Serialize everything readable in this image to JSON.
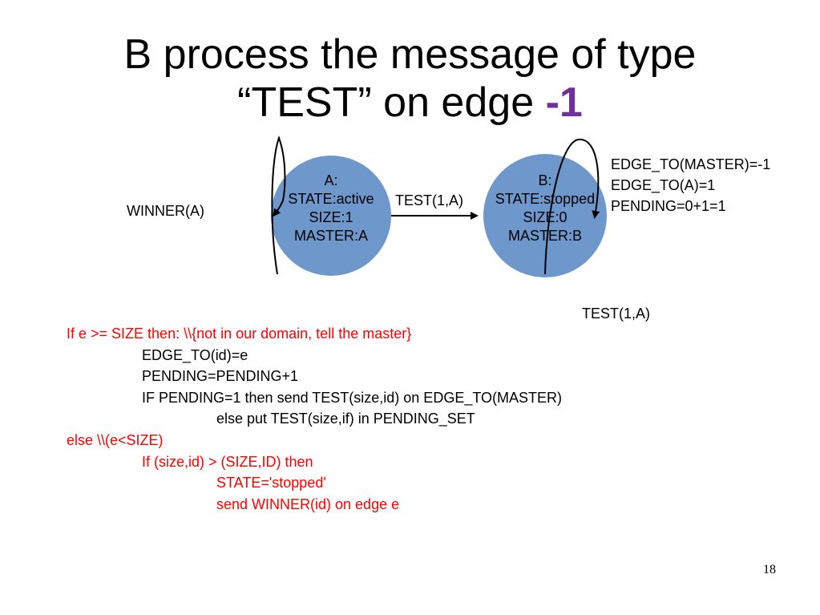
{
  "slide": {
    "title_line1": "B process the message of type",
    "title_line2": "“TEST” on edge ",
    "title_accent": "-1",
    "page_number": "18"
  },
  "colors": {
    "node_fill": "#6E97CC",
    "accent": "#7030A0",
    "code_red": "#FF0000"
  },
  "diagram": {
    "node_a": {
      "lines": [
        "A:",
        "STATE:active",
        "SIZE:1",
        "MASTER:A"
      ]
    },
    "node_b": {
      "lines": [
        "B:",
        "STATE:stopped",
        "SIZE:0",
        "MASTER:B"
      ]
    },
    "edge_label": "TEST(1,A)",
    "winner_label": "WINNER(A)",
    "b_state_lines": [
      "EDGE_TO(MASTER)=-1",
      "EDGE_TO(A)=1",
      "PENDING=0+1=1"
    ],
    "pending_test_label": "TEST(1,A)"
  },
  "code": {
    "lines": [
      {
        "text": "If e >= SIZE then: \\\\{not in our domain, tell the master}",
        "indent": 0,
        "red": true
      },
      {
        "text": "EDGE_TO(id)=e",
        "indent": 1,
        "red": false
      },
      {
        "text": "PENDING=PENDING+1",
        "indent": 1,
        "red": false
      },
      {
        "text": "IF PENDING=1 then send TEST(size,id) on EDGE_TO(MASTER)",
        "indent": 1,
        "red": false
      },
      {
        "text": "else put TEST(size,if) in PENDING_SET",
        "indent": 2,
        "red": false
      },
      {
        "text": "else \\\\(e<SIZE)",
        "indent": 0,
        "red": true
      },
      {
        "text": "If (size,id) > (SIZE,ID) then",
        "indent": 1,
        "red": true
      },
      {
        "text": "STATE='stopped'",
        "indent": 2,
        "red": true
      },
      {
        "text": "send WINNER(id) on edge e",
        "indent": 2,
        "red": true
      }
    ]
  }
}
